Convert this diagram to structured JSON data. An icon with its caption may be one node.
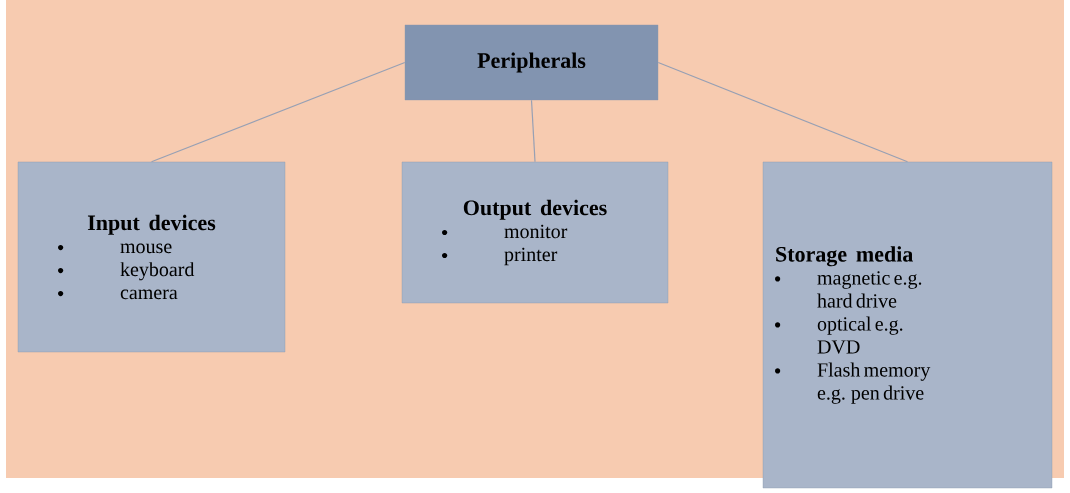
{
  "diagram": {
    "nodes": [
      {
        "text": [
          "Peripherals"
        ]
      },
      {
        "text": [
          "Input devices",
          "mouse",
          "keyboard",
          "camera"
        ]
      },
      {
        "text": [
          "Output devices",
          "monitor",
          "printer"
        ]
      },
      {
        "text": [
          "Storage media",
          "magnetic e.g. hard drive",
          "optical e.g. DVD",
          "Flash memory e.g. pen drive"
        ]
      }
    ],
    "edges": [
      {
        "from": 0,
        "to": 1,
        "arrow": "none"
      },
      {
        "from": 0,
        "to": 2,
        "arrow": "none"
      },
      {
        "from": 0,
        "to": 3,
        "arrow": "none"
      }
    ]
  }
}
